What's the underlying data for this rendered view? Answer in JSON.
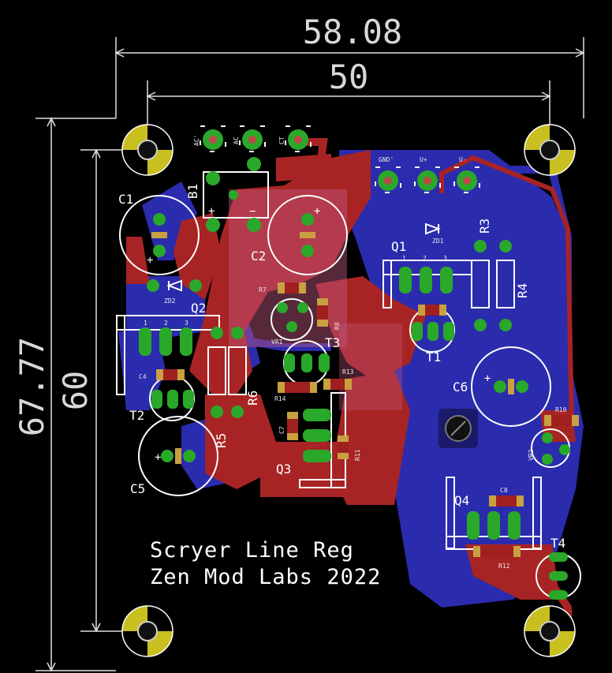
{
  "dimensions": {
    "total_width": "58.08",
    "inner_width": "50",
    "total_height": "67.77",
    "inner_height": "60"
  },
  "board_text": {
    "line1": "Scryer Line Reg",
    "line2": "Zen Mod Labs 2022"
  },
  "colors": {
    "top_copper": "#b02828",
    "bottom_copper": "#2828b0",
    "pad": "#2aa82a",
    "silkscreen": "#ffffff",
    "mount_hole": "#c8c020"
  },
  "components": {
    "C1": "C1",
    "C2": "C2",
    "C4": "C4",
    "C5": "C5",
    "C6": "C6",
    "C7": "C7",
    "C8": "C8",
    "B1": "B1",
    "Q1": "Q1",
    "Q2": "Q2",
    "Q3": "Q3",
    "Q4": "Q4",
    "T1": "T1",
    "T2": "T2",
    "T3": "T3",
    "T4": "T4",
    "R3": "R3",
    "R4": "R4",
    "R5": "R5",
    "R6": "R6",
    "R7": "R7",
    "R8": "R8",
    "R10": "R10",
    "R11": "R11",
    "R12": "R12",
    "R13": "R13",
    "R14": "R14",
    "ZD1": "ZD1",
    "ZD2": "ZD2",
    "VR1": "VR1",
    "VR2": "VR2",
    "AC1": "AC'",
    "AC2": "AC",
    "CT": "CT",
    "GND": "GND'",
    "VP": "U+",
    "VN": "U-",
    "pin1": "1",
    "pin2": "2",
    "pin3": "3"
  }
}
